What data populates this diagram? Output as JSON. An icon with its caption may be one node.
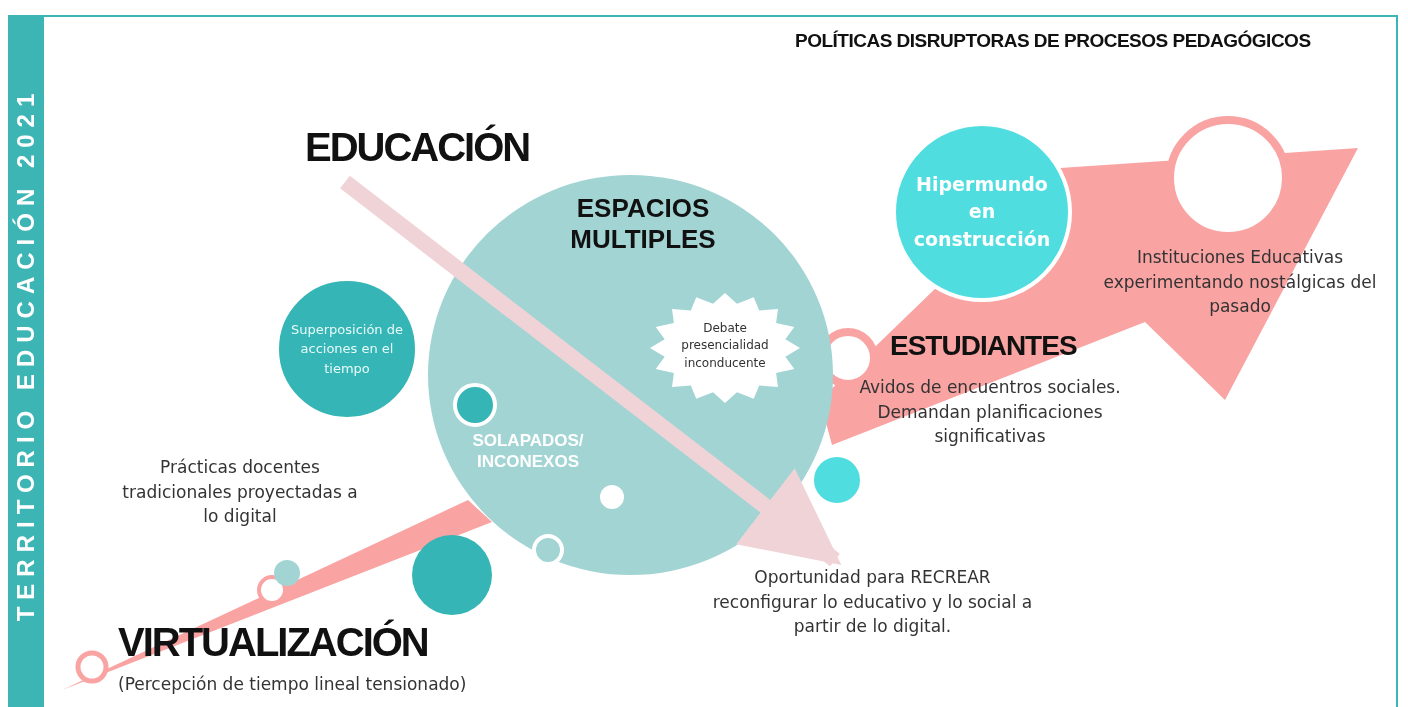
{
  "diagram": {
    "title": "POLÍTICAS DISRUPTORAS DE PROCESOS PEDAGÓGICOS",
    "nodes": [
      {
        "text": [
          "EDUCACIÓN"
        ]
      },
      {
        "text": [
          "ESPACIOS MULTIPLES",
          "SOLAPADOS/ INCONEXOS"
        ]
      },
      {
        "text": [
          "Superposición de acciones en el tiempo"
        ]
      },
      {
        "text": [
          "Debate presencialidad inconducente"
        ],
        "in": 1
      },
      {
        "text": [
          "Hipermundo en construcción"
        ]
      },
      {
        "text": [
          "Oportunidad para RECREAR reconfigurar lo educativo y lo social a partir de lo digital."
        ]
      }
    ],
    "edges": [
      {
        "from": 0,
        "to": 5,
        "arrow": "to"
      }
    ],
    "labels": [
      "TERRITORIO EDUCACIÓN 2021",
      "Instituciones Educativas experimentando nostálgicas del pasado",
      "ESTUDIANTES",
      "Avidos de encuentros sociales. Demandan planificaciones significativas",
      "Prácticas docentes tradicionales proyectadas a lo digital",
      "VIRTUALIZACIÓN",
      "(Percepción de tiempo lineal tensionado)"
    ]
  }
}
